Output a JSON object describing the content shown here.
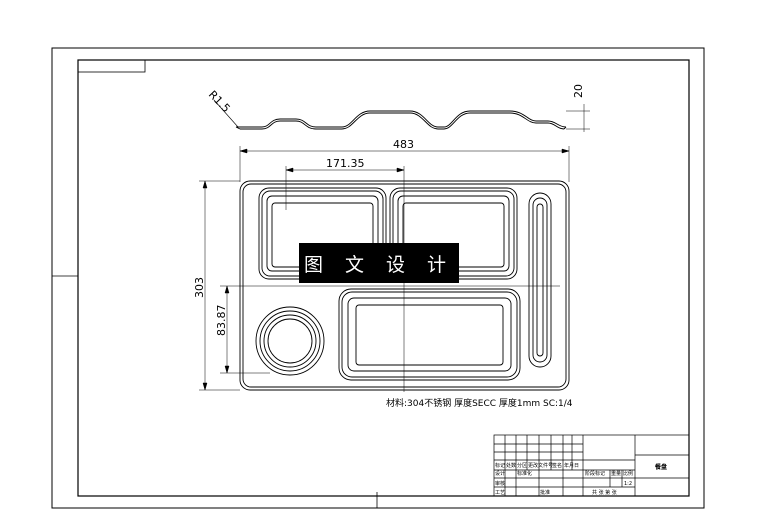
{
  "dimensions": {
    "radius": "R1.5",
    "height": "20",
    "overall_width": "483",
    "compartment_width": "171.35",
    "overall_height": "303",
    "lower_height": "83.87"
  },
  "note": {
    "text": "材料:304不锈钢 厚度SECC 厚度1mm  SC:1/4"
  },
  "watermark": {
    "text": "图 文 设 计"
  },
  "title_block": {
    "part_name": "餐盘",
    "scale": "1:2",
    "row_labels": [
      "标记",
      "处数",
      "分区",
      "更改文件号",
      "签名",
      "年月日"
    ],
    "row_labels2": [
      "设计",
      "标准化",
      "阶段标记",
      "重量",
      "比例"
    ],
    "review": "审核",
    "process": "工艺",
    "approve": "批准",
    "sheet": "共 张 第 张"
  },
  "colors": {
    "line": "#000000",
    "background": "#ffffff",
    "watermark_bg": "#000000",
    "watermark_fg": "#ffffff"
  }
}
